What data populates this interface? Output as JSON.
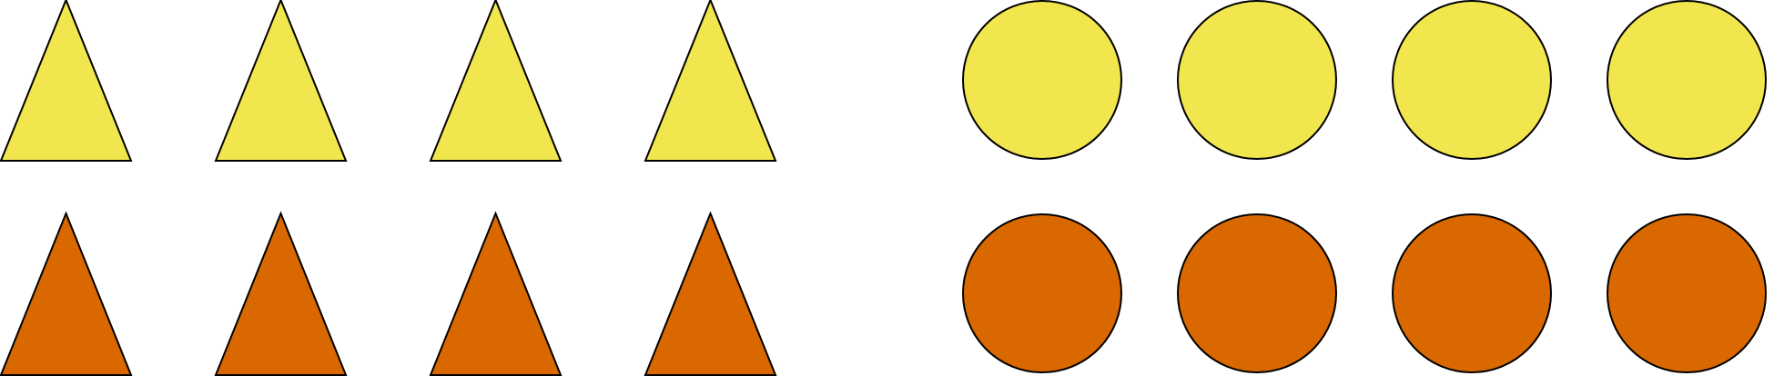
{
  "colors": {
    "yellow": "#F2E64F",
    "orange": "#D96800",
    "stroke": "#000000",
    "background": "#FFFFFF"
  },
  "groups": [
    {
      "shape": "triangle",
      "rows": [
        {
          "color": "yellow",
          "count": 4
        },
        {
          "color": "orange",
          "count": 4
        }
      ]
    },
    {
      "shape": "circle",
      "rows": [
        {
          "color": "yellow",
          "count": 4
        },
        {
          "color": "orange",
          "count": 4
        }
      ]
    }
  ]
}
